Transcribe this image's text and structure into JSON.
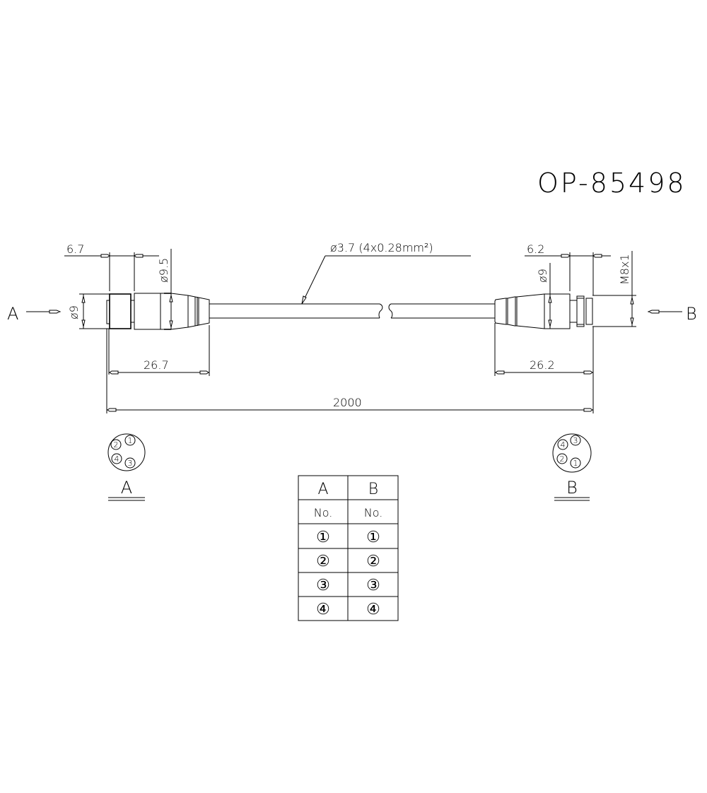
{
  "title": "OP-85498",
  "cable_label": "ø3.7 (4x0.28mm²)",
  "end_labels": {
    "a": "A",
    "b": "B"
  },
  "dimensions": {
    "left_nut_length": "6.7",
    "left_body_diameter": "ø9.5",
    "left_nut_diameter": "ø9",
    "left_connector_length": "26.7",
    "right_nut_length": "6.2",
    "right_body_diameter": "ø9",
    "right_thread": "M8x1",
    "right_connector_length": "26.2",
    "total_length": "2000"
  },
  "pin_views": {
    "a": {
      "label": "A",
      "pins": [
        "1",
        "2",
        "4",
        "3"
      ]
    },
    "b": {
      "label": "B",
      "pins": [
        "3",
        "4",
        "2",
        "1"
      ]
    }
  },
  "wiring_table": {
    "headers": [
      "A",
      "B"
    ],
    "subheaders": [
      "No.",
      "No."
    ],
    "rows": [
      [
        "①",
        "①"
      ],
      [
        "②",
        "②"
      ],
      [
        "③",
        "③"
      ],
      [
        "④",
        "④"
      ]
    ]
  }
}
